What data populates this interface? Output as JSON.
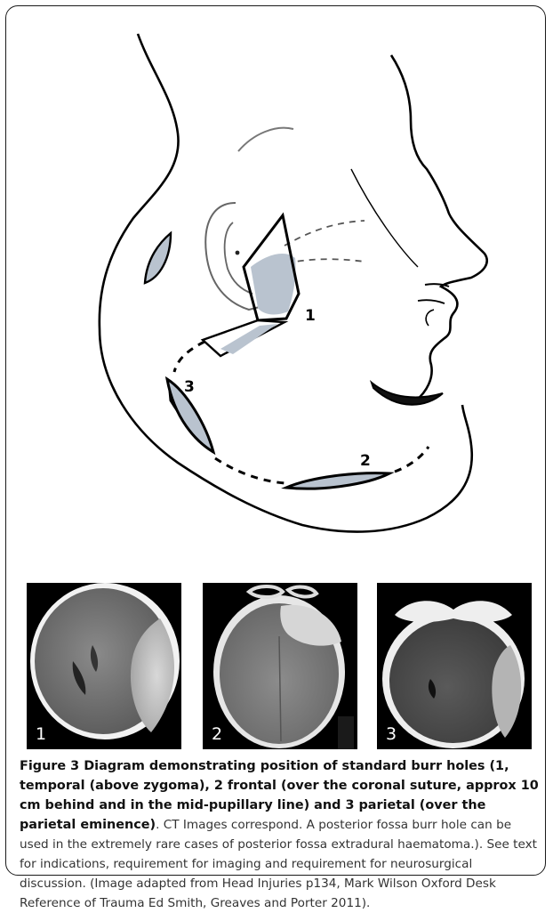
{
  "diagram": {
    "labels": [
      "1",
      "2",
      "3"
    ]
  },
  "ct_images": [
    {
      "label": "1"
    },
    {
      "label": "2"
    },
    {
      "label": "3"
    }
  ],
  "caption": {
    "bold": "Figure 3 Diagram demonstrating position of standard burr holes (1, temporal (above zygoma), 2 frontal (over the coronal suture, approx 10 cm behind and in the mid-pupillary line) and 3 parietal (over the parietal eminence)",
    "rest": ". CT Images correspond. A posterior fossa burr hole can be used in the extremely rare cases of posterior fossa extradural haematoma.). See text for indications, requirement for imaging and requirement for neurosurgical discussion. (Image adapted from Head Injuries p134, Mark Wilson Oxford Desk Reference of Trauma Ed Smith, Greaves and Porter 2011)."
  }
}
